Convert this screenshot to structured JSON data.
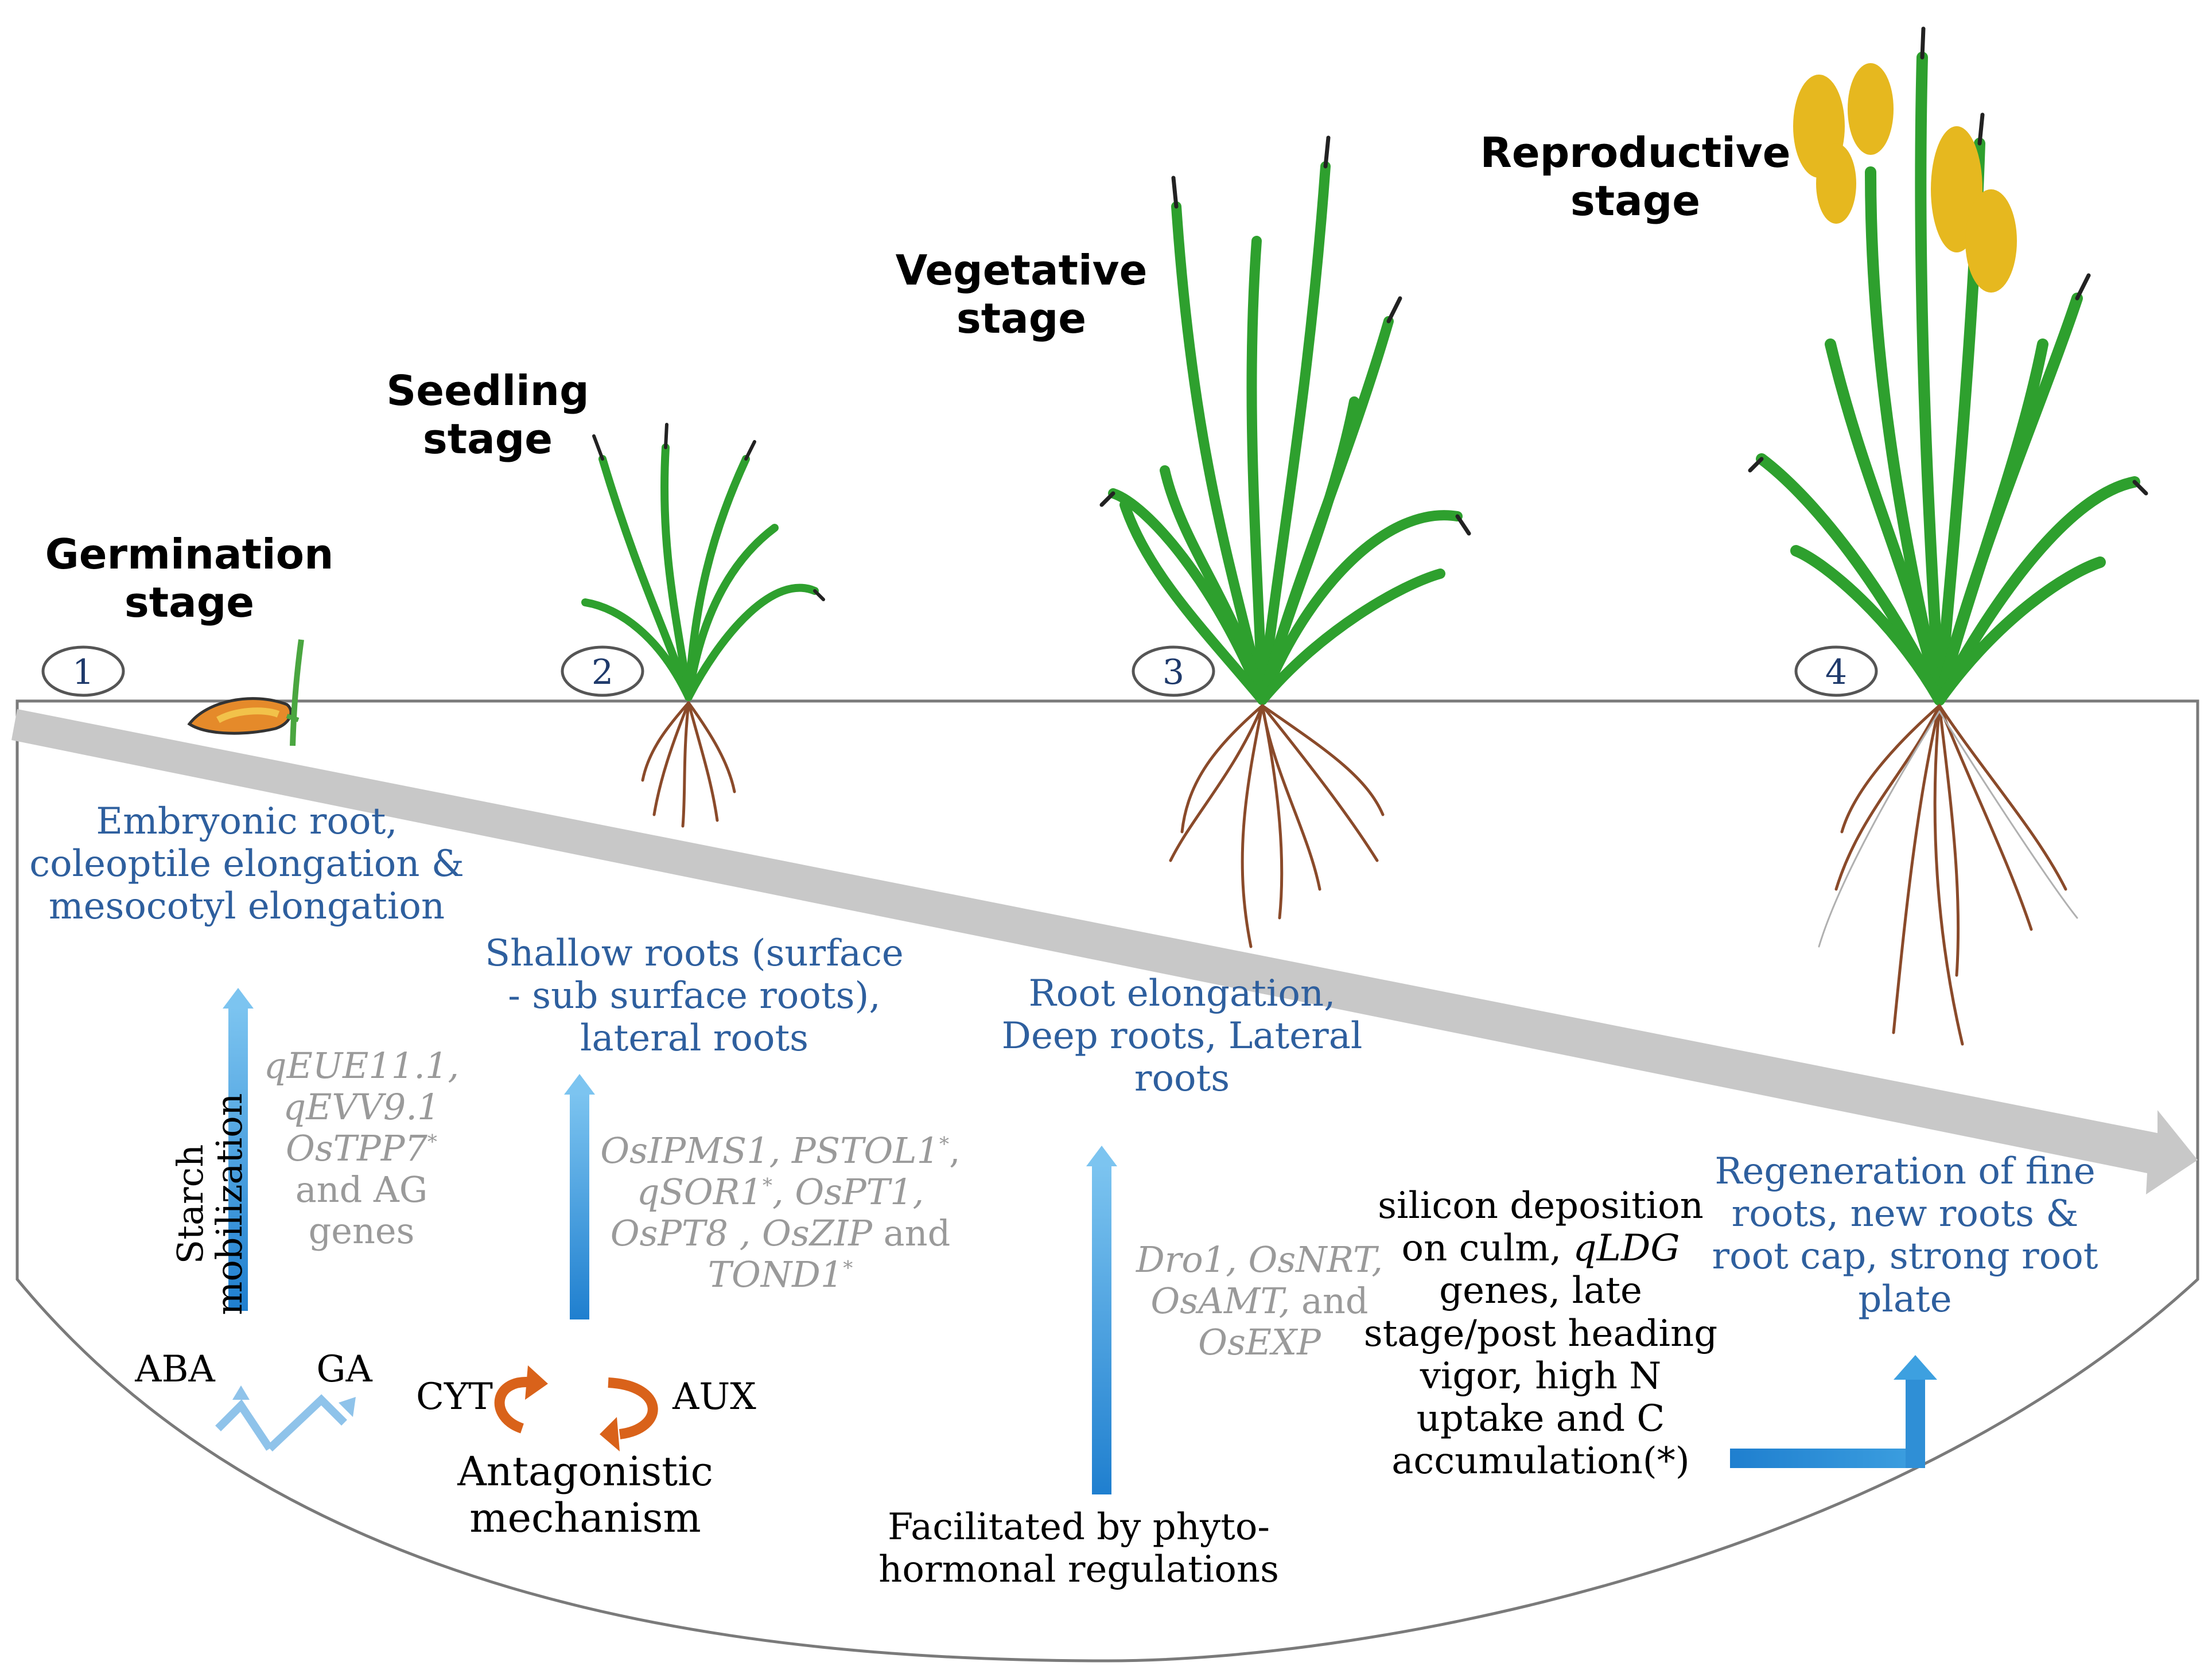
{
  "stages": [
    {
      "number": "1",
      "title_line1": "Germination",
      "title_line2": "stage"
    },
    {
      "number": "2",
      "title_line1": "Seedling",
      "title_line2": "stage"
    },
    {
      "number": "3",
      "title_line1": "Vegetative",
      "title_line2": "stage"
    },
    {
      "number": "4",
      "title_line1": "Reproductive",
      "title_line2": "stage"
    }
  ],
  "germination": {
    "outcome": [
      "Embryonic root,",
      "coleoptile elongation &",
      "mesocotyl elongation"
    ],
    "process": [
      "Starch",
      "mobilization"
    ],
    "genes": {
      "g1": "qEUE11.1,",
      "g2": "qEVV9.1",
      "g3": "OsTPP7",
      "g3_mark": "*",
      "g4": "and AG",
      "g5": "genes"
    },
    "hormone_left": "ABA",
    "hormone_right": "GA"
  },
  "seedling": {
    "outcome": [
      "Shallow roots (surface",
      "- sub surface roots),",
      "lateral roots"
    ],
    "genes": {
      "a": "OsIPMS1, PSTOL1",
      "a_mark": "*",
      "a_end": ",",
      "b": "qSOR1",
      "b_mark": "*",
      "b_end": ", OsPT1,",
      "c": "OsPT8 , OsZIP",
      "c_end": " and",
      "d": "TOND1",
      "d_mark": "*"
    },
    "hormone_left": "CYT",
    "hormone_right": "AUX",
    "mechanism": [
      "Antagonistic",
      "mechanism"
    ]
  },
  "vegetative": {
    "outcome": [
      "Root elongation,",
      "Deep roots, Lateral",
      "roots"
    ],
    "genes": {
      "a": "Dro1,  OsNRT,",
      "b": "OsAMT,",
      "b_end": " and",
      "c": "OsEXP"
    },
    "footer": [
      "Facilitated by phyto-",
      "hormonal  regulations"
    ]
  },
  "reproductive": {
    "traits": {
      "l1": "silicon deposition",
      "l2a": "on culm, ",
      "l2b": "qLDG",
      "l3": "genes, late",
      "l4": "stage/post heading",
      "l5": "vigor, high N",
      "l6": "uptake and C",
      "l7": "accumulation(*)"
    },
    "outcome": [
      "Regeneration of fine",
      "roots, new roots &",
      "root cap, strong root",
      "plate"
    ]
  },
  "colors": {
    "outcome_blue": "#2e5f9e",
    "gene_gray": "#9a9a9a",
    "arrow_blue": "#2f8fd6",
    "hormone_arrow": "#8fc3ea",
    "cycle_orange": "#d9621a",
    "time_arrow": "#c8c8c8",
    "leaf_green": "#2aa52a",
    "root_brown": "#8a4a2a",
    "panicle_yellow": "#e6b81f"
  }
}
